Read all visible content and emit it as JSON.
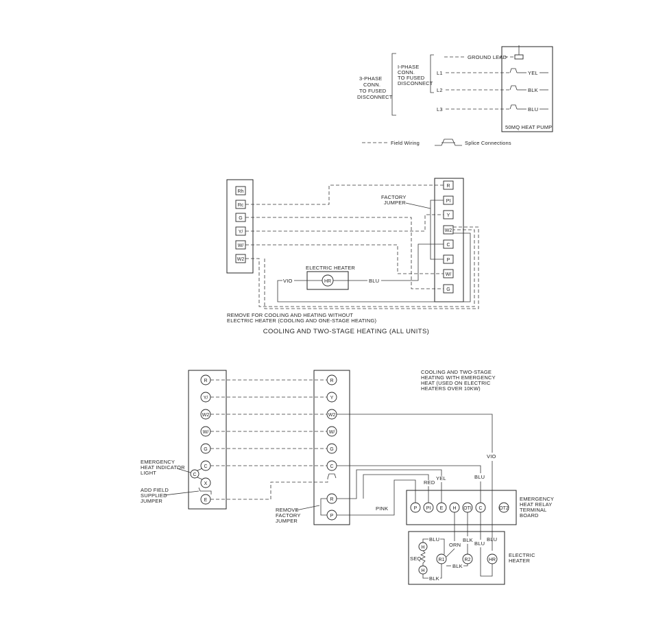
{
  "panel_ground": {
    "three_phase_label": [
      "3-PHASE",
      "CONN.",
      "TO FUSED",
      "DISCONNECT"
    ],
    "one_phase_label": [
      "I-PHASE",
      "CONN.",
      "TO FUSED",
      "DISCONNECT"
    ],
    "ground_lead": "GROUND LEAD",
    "lines": [
      "L1",
      "L2",
      "L3"
    ],
    "wires": [
      "YEL",
      "BLK",
      "BLU"
    ],
    "unit_label": "50MQ HEAT PUMP",
    "legend_field_wiring": "Field Wiring",
    "legend_splice": "Splice Connections"
  },
  "panel_two_stage": {
    "left_terminals": [
      "Rh",
      "Rc",
      "G",
      "Y/",
      "W/",
      "W2"
    ],
    "right_terminals": [
      "R",
      "PI",
      "Y",
      "W2",
      "C",
      "P",
      "W/",
      "G"
    ],
    "factory_jumper": [
      "FACTORY",
      "JUMPER"
    ],
    "electric_heater": "ELECTRIC HEATER",
    "heater_terminal": "HR",
    "wire_vio": "VIO",
    "wire_blu": "BLU",
    "remove_note": [
      "REMOVE FOR COOLING AND HEATING WITHOUT",
      "ELECTRIC HEATER (COOLING AND ONE-STAGE HEATING)"
    ],
    "title": "COOLING AND TWO-STAGE HEATING (ALL UNITS)"
  },
  "panel_emergency": {
    "left_terminals": [
      "R",
      "Y/",
      "W2",
      "W/",
      "G",
      "C",
      "X",
      "E"
    ],
    "indicator_terminal": "C",
    "mid_terminals": [
      "R",
      "Y",
      "W2",
      "W/",
      "G",
      "C"
    ],
    "mid_lower_terminals": [
      "R",
      "P"
    ],
    "emergency_light": [
      "EMERGENCY",
      "HEAT INDICATOR",
      "LIGHT"
    ],
    "add_jumper": [
      "ADD FIELD",
      "SUPPLIED",
      "JUMPER"
    ],
    "remove_jumper": [
      "REMOVE",
      "FACTORY",
      "JUMPER"
    ],
    "description": [
      "COOLING AND TWO-STAGE",
      "HEATING WITH EMERGENCY",
      "HEAT (USED ON ELECTRIC",
      "HEATERS OVER 10KW)"
    ],
    "relay_terminals": [
      "P",
      "PI",
      "E",
      "H",
      "OTI",
      "C",
      "OT2"
    ],
    "relay_board": [
      "EMERGENCY",
      "HEAT RELAY",
      "TERMINAL",
      "BOARD"
    ],
    "wires": {
      "vio": "VIO",
      "blu": "BLU",
      "yel": "YEL",
      "red": "RED",
      "pink": "PINK",
      "orn": "ORN",
      "blk": "BLK",
      "blu2": "BLU"
    },
    "heater_parts": {
      "seq": "SEQ",
      "h": "H",
      "r1": "R1",
      "r2": "R2",
      "hr": "HR",
      "blu": "BLU",
      "blk": "BLK"
    },
    "electric_heater": [
      "ELECTRIC",
      "HEATER"
    ]
  }
}
